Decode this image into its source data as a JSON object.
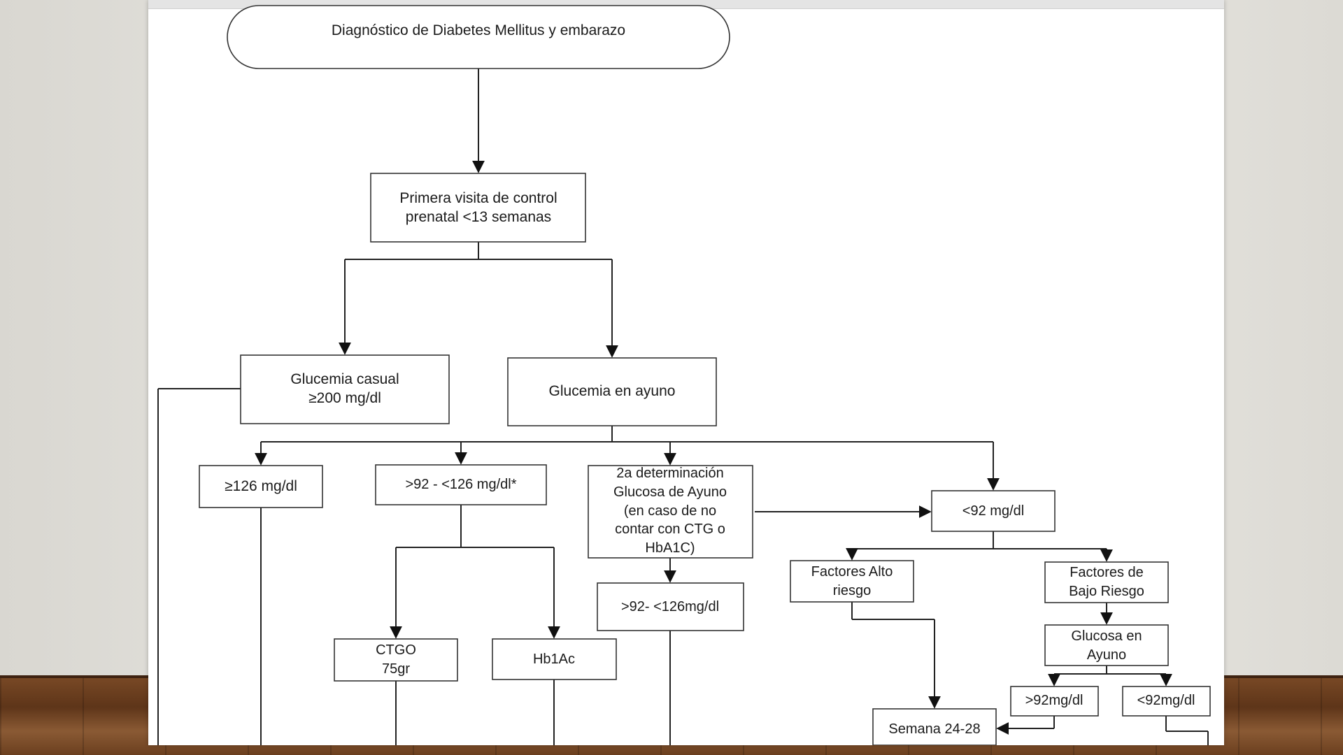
{
  "diagram": {
    "title": "Diagnóstico de Diabetes Mellitus y embarazo",
    "nodes": {
      "first_visit": [
        "Primera visita de control",
        "prenatal <13 semanas"
      ],
      "casual": [
        "Glucemia casual",
        "≥200 mg/dl"
      ],
      "fasting": [
        "Glucemia en ayuno"
      ],
      "ge126": [
        "≥126 mg/dl"
      ],
      "range92_126": [
        ">92 -  <126 mg/dl*"
      ],
      "second_det": [
        "2a determinación",
        "Glucosa de Ayuno",
        "(en caso de no",
        "contar con CTG o",
        "HbA1C)"
      ],
      "lt92": [
        "<92 mg/dl"
      ],
      "range92_126b": [
        ">92- <126mg/dl"
      ],
      "high_risk": [
        "Factores Alto",
        "riesgo"
      ],
      "low_risk": [
        "Factores de",
        "Bajo Riesgo"
      ],
      "ctgo": [
        "CTGO",
        "75gr"
      ],
      "hb1ac": [
        "Hb1Ac"
      ],
      "fasting2": [
        "Glucosa en",
        "Ayuno"
      ],
      "gt92": [
        ">92mg/dl"
      ],
      "lt92b": [
        "<92mg/dl"
      ],
      "week": [
        "Semana 24-28"
      ]
    }
  }
}
